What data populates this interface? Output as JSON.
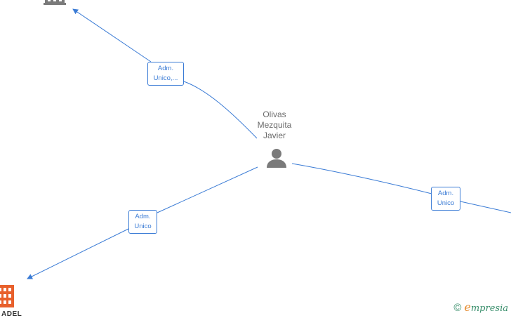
{
  "colors": {
    "edge": "#3a7bd5",
    "person_icon": "#7a7a7a",
    "company_icon_gray": "#7a7a7a",
    "company_icon_orange": "#e8602c",
    "watermark_green": "#3a8f6c",
    "watermark_orange": "#e58a2d"
  },
  "center_node": {
    "name_lines": [
      "Olivas",
      "Mezquita",
      "Javier"
    ],
    "icon": "person-icon"
  },
  "nodes": [
    {
      "id": "company-top-left",
      "icon": "building-icon",
      "label": ""
    },
    {
      "id": "company-bottom-left",
      "icon": "building-icon",
      "label": "ADEL"
    },
    {
      "id": "company-right",
      "icon": "building-icon",
      "label": ""
    }
  ],
  "edges": [
    {
      "to": "company-top-left",
      "label_lines": [
        "Adm.",
        "Unico,..."
      ]
    },
    {
      "to": "company-bottom-left",
      "label_lines": [
        "Adm.",
        "Unico"
      ]
    },
    {
      "to": "company-right",
      "label_lines": [
        "Adm.",
        "Unico"
      ]
    }
  ],
  "watermark": {
    "copyright": "©",
    "brand_initial": "e",
    "brand_rest": "mpresia"
  }
}
